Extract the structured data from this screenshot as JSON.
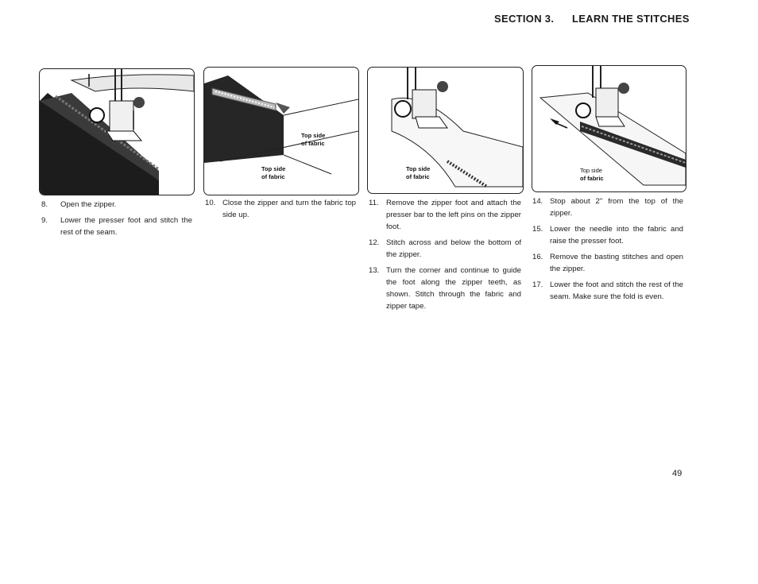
{
  "header": {
    "section_number": "SECTION 3.",
    "section_title": "LEARN THE STITCHES"
  },
  "figures": [
    {
      "captions": []
    },
    {
      "captions": [
        "Top side",
        "of fabric",
        "Top side",
        "of fabric"
      ]
    },
    {
      "captions": [
        "Top side",
        "of fabric"
      ]
    },
    {
      "captions": [
        "Top side",
        "of fabric"
      ]
    }
  ],
  "columns": [
    {
      "steps": [
        {
          "num": "8.",
          "text": "Open the zipper."
        },
        {
          "num": "9.",
          "text": "Lower the presser foot and stitch the rest of the seam."
        }
      ]
    },
    {
      "steps": [
        {
          "num": "10.",
          "text": "Close the zipper and turn the fabric top side up."
        }
      ]
    },
    {
      "steps": [
        {
          "num": "11.",
          "text": "Remove the zipper foot and attach the presser bar to the left pins on the zipper foot."
        },
        {
          "num": "12.",
          "text": "Stitch across and below the bottom of the zipper."
        },
        {
          "num": "13.",
          "text": "Turn the corner and continue to guide the foot along the zipper teeth, as shown. Stitch through the fabric and zipper tape."
        }
      ]
    },
    {
      "steps": [
        {
          "num": "14.",
          "text": "Stop about 2\" from the top of the zipper."
        },
        {
          "num": "15.",
          "text": "Lower the needle into the fabric and raise the presser foot."
        },
        {
          "num": "16.",
          "text": "Remove the basting stitches and open the zipper."
        },
        {
          "num": "17.",
          "text": "Lower the foot and stitch the rest of the seam. Make sure the fold is even."
        }
      ]
    }
  ],
  "page_number": "49"
}
